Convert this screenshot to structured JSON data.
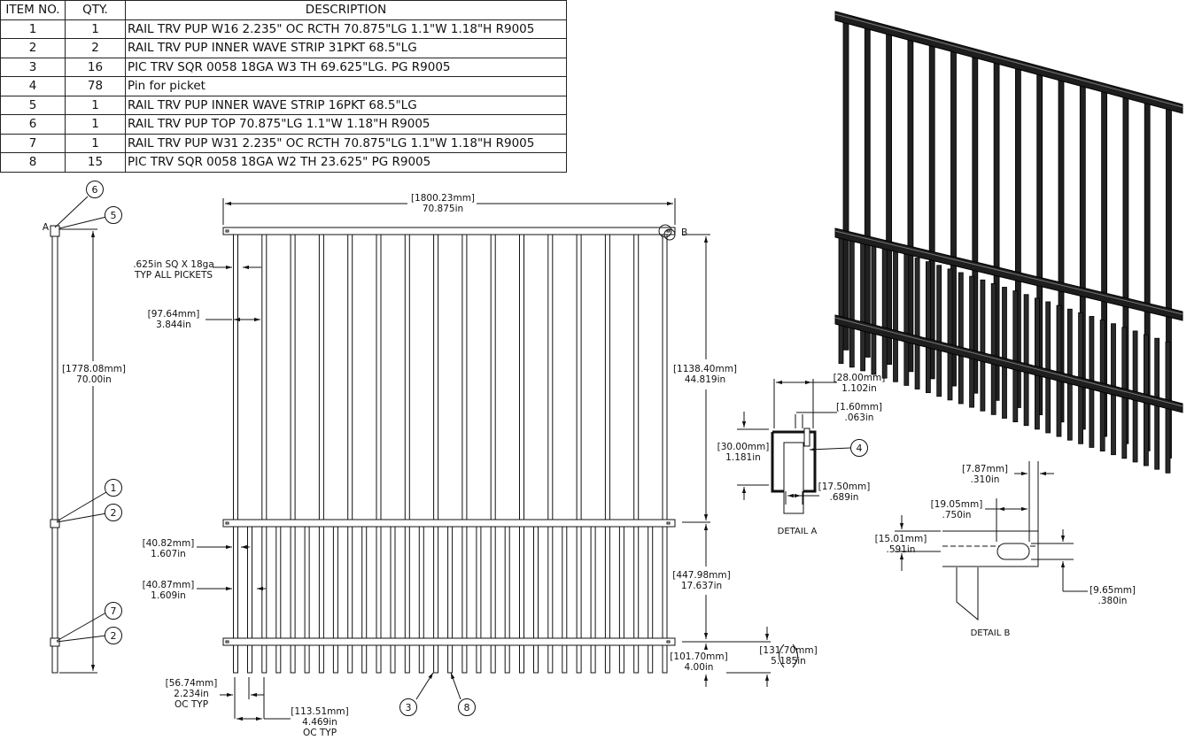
{
  "bom": {
    "headers": [
      "ITEM NO.",
      "QTY.",
      "DESCRIPTION"
    ],
    "rows": [
      [
        "1",
        "1",
        "RAIL TRV PUP W16 2.235\" OC RCTH 70.875\"LG 1.1\"W 1.18\"H R9005"
      ],
      [
        "2",
        "2",
        "RAIL TRV PUP INNER WAVE STRIP 31PKT 68.5\"LG"
      ],
      [
        "3",
        "16",
        "PIC TRV SQR 0058 18GA W3 TH 69.625\"LG. PG R9005"
      ],
      [
        "4",
        "78",
        "Pin for picket"
      ],
      [
        "5",
        "1",
        "RAIL TRV PUP INNER WAVE STRIP 16PKT 68.5\"LG"
      ],
      [
        "6",
        "1",
        "RAIL TRV PUP TOP 70.875\"LG 1.1\"W 1.18\"H R9005"
      ],
      [
        "7",
        "1",
        "RAIL TRV PUP W31 2.235\" OC RCTH 70.875\"LG 1.1\"W 1.18\"H R9005"
      ],
      [
        "8",
        "15",
        "PIC TRV SQR 0058 18GA W2 TH  23.625\" PG R9005"
      ]
    ]
  },
  "dims": {
    "width_mm": "[1800.23mm]",
    "width_in": "70.875in",
    "height_mm": "[1778.08mm]",
    "height_in": "70.00in",
    "picket_size_1": ".625in SQ X 18ga",
    "picket_size_2": "TYP ALL PICKETS",
    "space_mm": "[97.64mm]",
    "space_in": "3.844in",
    "upper_mm": "[1138.40mm]",
    "upper_in": "44.819in",
    "mid_mm": "[447.98mm]",
    "mid_in": "17.637in",
    "bot_mm": "[101.70mm]",
    "bot_in": "4.00in",
    "bot2_mm": "[131.70mm]",
    "bot2_in": "5.185in",
    "g1_mm": "[40.82mm]",
    "g1_in": "1.607in",
    "g2_mm": "[40.87mm]",
    "g2_in": "1.609in",
    "oc1_mm": "[56.74mm]",
    "oc1_in": "2.234in",
    "oc1_t": "OC TYP",
    "oc2_mm": "[113.51mm]",
    "oc2_in": "4.469in",
    "oc2_t": "OC TYP",
    "dA_w_mm": "[28.00mm]",
    "dA_w_in": "1.102in",
    "dA_t_mm": "[1.60mm]",
    "dA_t_in": ".063in",
    "dA_h_mm": "[30.00mm]",
    "dA_h_in": "1.181in",
    "dA_i_mm": "[17.50mm]",
    "dA_i_in": ".689in",
    "dB_a_mm": "[7.87mm]",
    "dB_a_in": ".310in",
    "dB_b_mm": "[19.05mm]",
    "dB_b_in": ".750in",
    "dB_c_mm": "[15.01mm]",
    "dB_c_in": ".591in",
    "dB_d_mm": "[9.65mm]",
    "dB_d_in": ".380in"
  },
  "detail_a": "DETAIL A",
  "detail_b": "DETAIL B",
  "view_a": "A",
  "view_b": "B",
  "balloons": {
    "b1": "1",
    "b2": "2",
    "b3": "3",
    "b4": "4",
    "b5": "5",
    "b6": "6",
    "b7": "7",
    "b8": "8"
  }
}
